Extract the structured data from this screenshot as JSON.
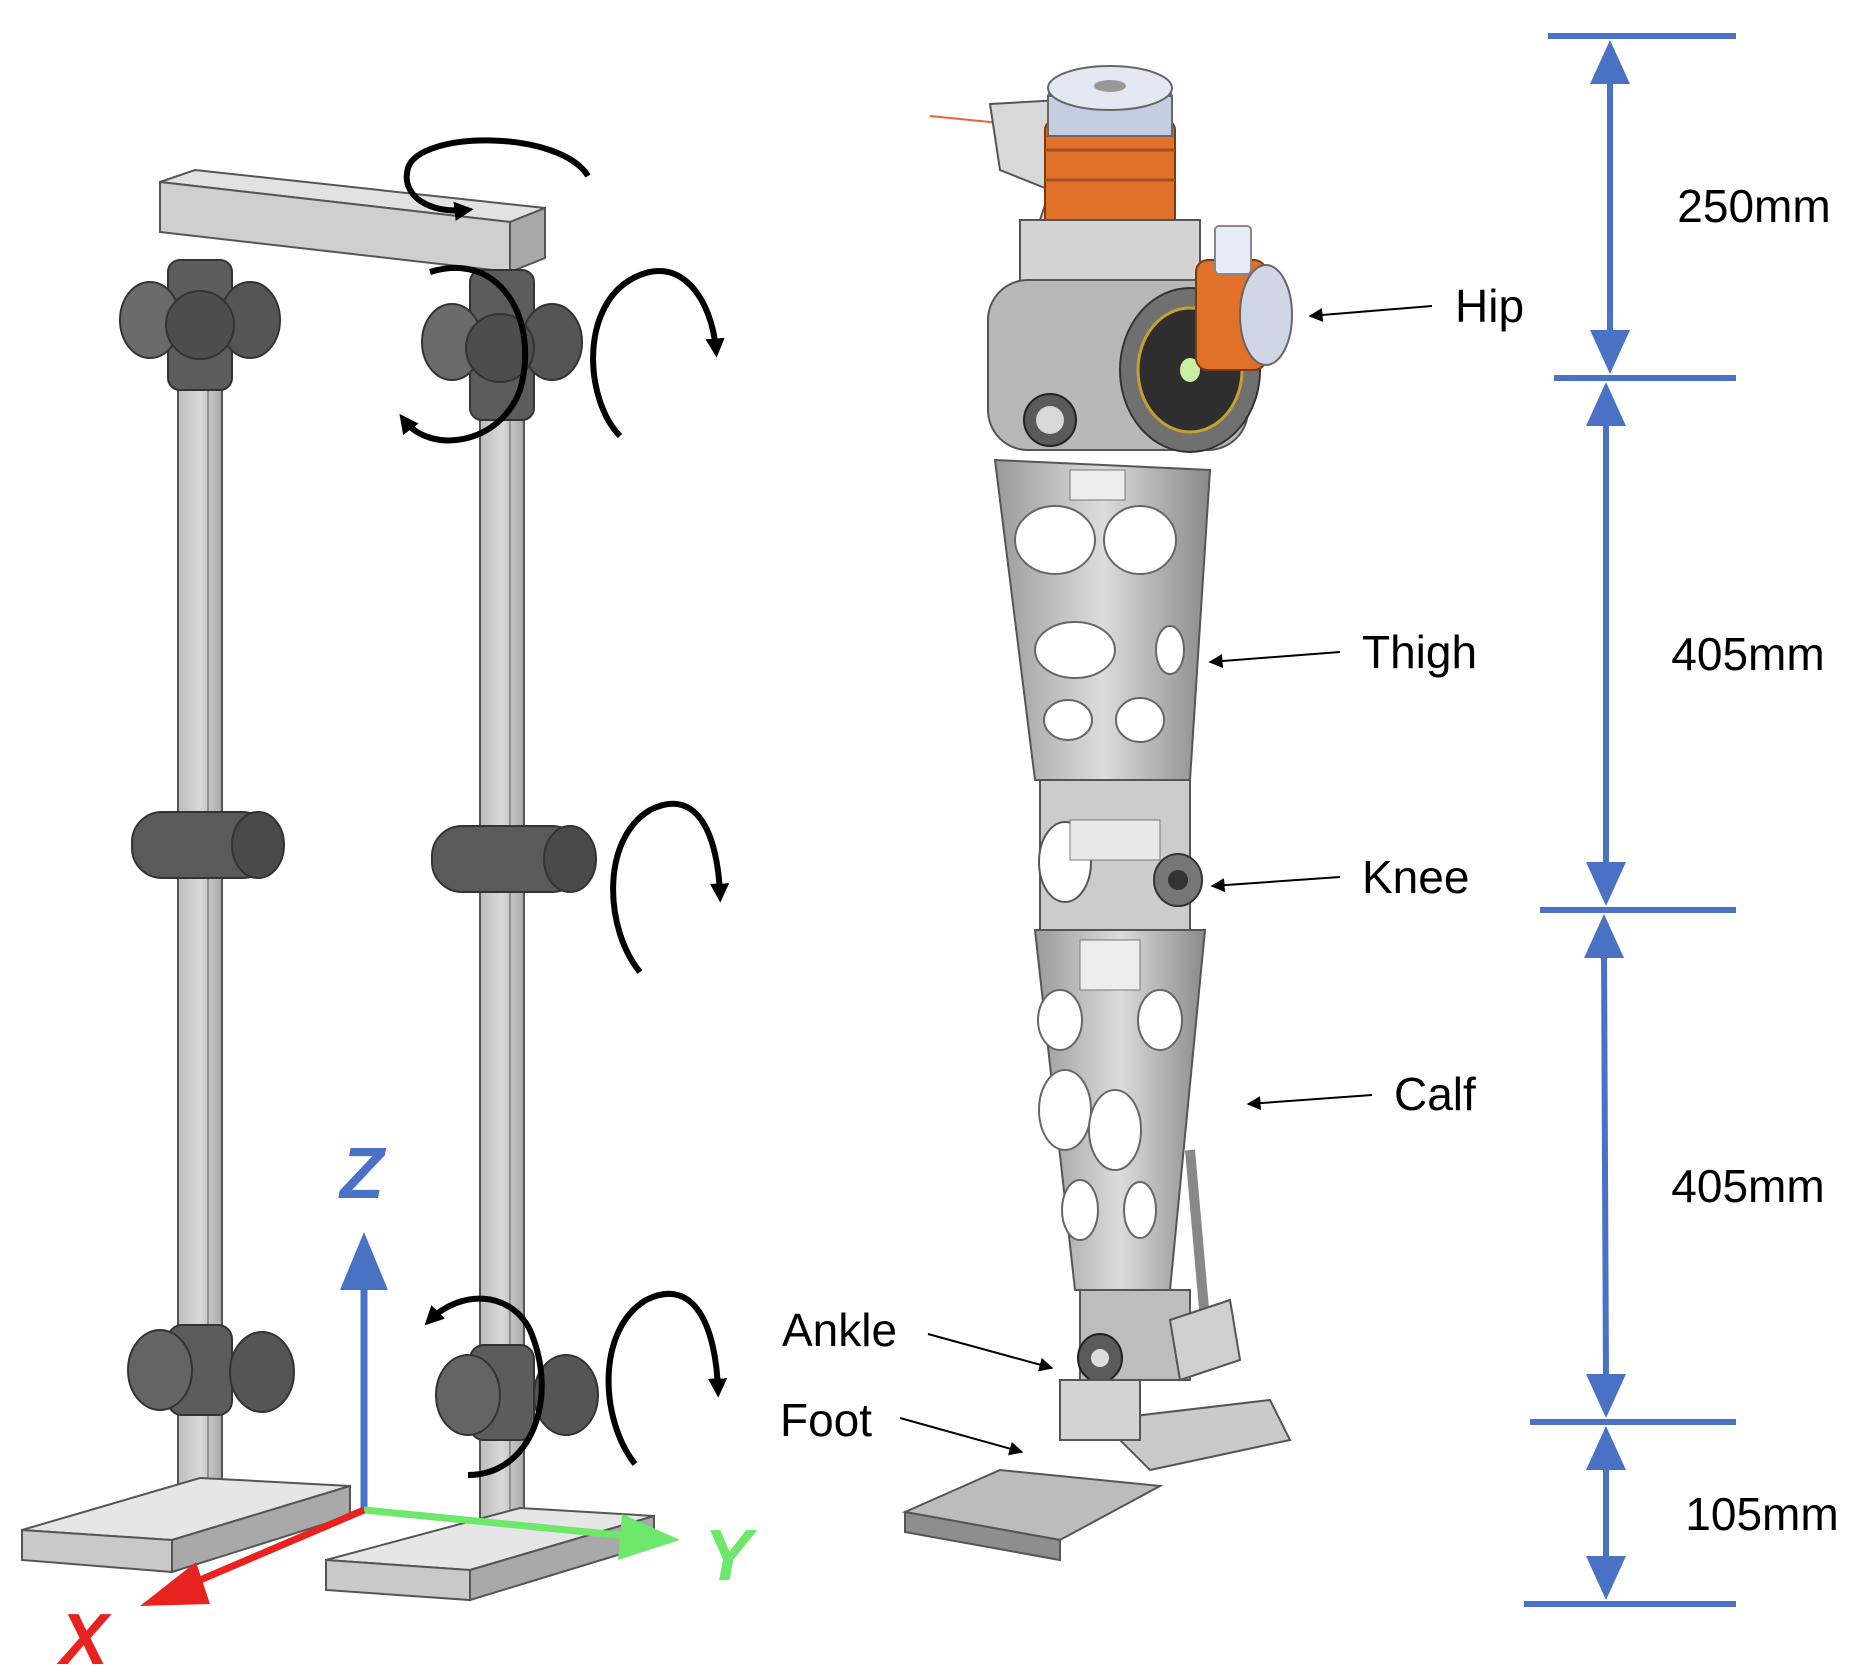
{
  "axes": {
    "x_label": "X",
    "y_label": "Y",
    "z_label": "Z",
    "x_color": "#e8231f",
    "y_color": "#6ee86a",
    "z_color": "#4a72c4"
  },
  "parts": [
    {
      "label": "Hip"
    },
    {
      "label": "Thigh"
    },
    {
      "label": "Knee"
    },
    {
      "label": "Calf"
    },
    {
      "label": "Ankle"
    },
    {
      "label": "Foot"
    }
  ],
  "dimensions": [
    {
      "label": "250mm"
    },
    {
      "label": "405mm"
    },
    {
      "label": "405mm"
    },
    {
      "label": "105mm"
    }
  ],
  "colors": {
    "dimension_line": "#4a72c4",
    "frame_gray": "#c8c8c8",
    "joint_gray": "#5a5a5a",
    "motor_orange": "#e0702a"
  }
}
